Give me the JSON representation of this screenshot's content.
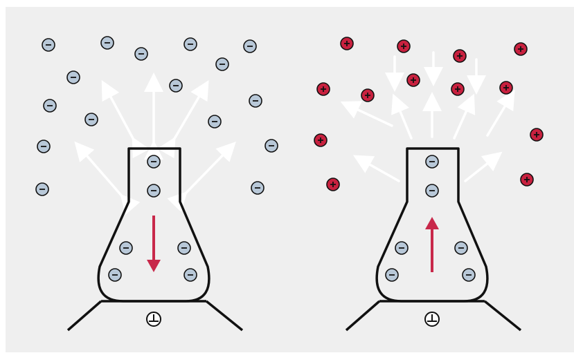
{
  "colors": {
    "background": "#ffffff",
    "panel": "#efefef",
    "negative_fill": "#b8c8d8",
    "positive_fill": "#c8213f",
    "white_arrow": "#ffffff",
    "red_arrow": "#c8284a",
    "outline": "#111111"
  },
  "glyphs": {
    "negative": "−",
    "positive": "+",
    "ground": "ground-icon"
  },
  "left_scene": {
    "flask_charge": "negative",
    "flow_direction": "down",
    "surrounding_charge": "negative"
  },
  "right_scene": {
    "flask_charge": "negative",
    "flow_direction": "up",
    "surrounding_charge": "positive"
  }
}
